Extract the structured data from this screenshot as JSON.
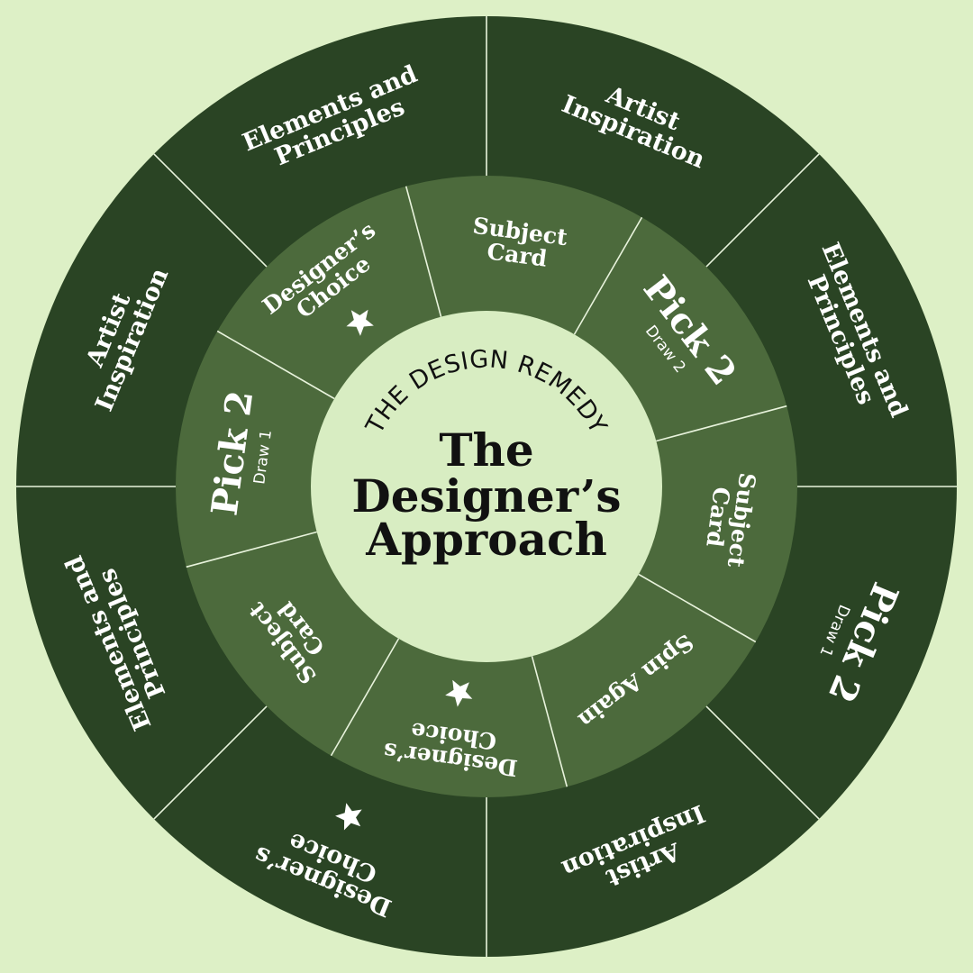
{
  "colors": {
    "background": "#ddf0c6",
    "outer_ring": "#2a4424",
    "inner_ring": "#4c6a3c",
    "center": "#d8edc2",
    "divider": "#e8f3dc",
    "text_light": "#ffffff",
    "text_dark": "#111111"
  },
  "center": {
    "brand": "THE DESIGN REMEDY",
    "title_lines": [
      "The",
      "Designer’s",
      "Approach"
    ]
  },
  "outer_segments": [
    {
      "lines": [
        "Artist",
        "Inspiration"
      ],
      "sub": "",
      "star": false,
      "kind": "artist"
    },
    {
      "lines": [
        "Elements and",
        "Principles"
      ],
      "sub": "",
      "star": false,
      "kind": "elements"
    },
    {
      "lines": [
        "Pick 2"
      ],
      "sub": "Draw 1",
      "star": false,
      "kind": "pick"
    },
    {
      "lines": [
        "Artist",
        "Inspiration"
      ],
      "sub": "",
      "star": false,
      "kind": "artist"
    },
    {
      "lines": [
        "Designer’s",
        "Choice"
      ],
      "sub": "",
      "star": true,
      "kind": "choice"
    },
    {
      "lines": [
        "Elements and",
        "Principles"
      ],
      "sub": "",
      "star": false,
      "kind": "elements"
    },
    {
      "lines": [
        "Artist",
        "Inspiration"
      ],
      "sub": "",
      "star": false,
      "kind": "artist"
    },
    {
      "lines": [
        "Elements and",
        "Principles"
      ],
      "sub": "",
      "star": false,
      "kind": "elements"
    }
  ],
  "inner_segments": [
    {
      "lines": [
        "Designer’s",
        "Choice"
      ],
      "sub": "",
      "star": true,
      "kind": "choice"
    },
    {
      "lines": [
        "Subject",
        "Card"
      ],
      "sub": "",
      "star": false,
      "kind": "subject"
    },
    {
      "lines": [
        "Pick 2"
      ],
      "sub": "Draw 2",
      "star": false,
      "kind": "pick"
    },
    {
      "lines": [
        "Subject",
        "Card"
      ],
      "sub": "",
      "star": false,
      "kind": "subject"
    },
    {
      "lines": [
        "Spin Again"
      ],
      "sub": "",
      "star": false,
      "kind": "spin"
    },
    {
      "lines": [
        "Designer’s",
        "Choice"
      ],
      "sub": "",
      "star": true,
      "kind": "choice"
    },
    {
      "lines": [
        "Subject",
        "Card"
      ],
      "sub": "",
      "star": false,
      "kind": "subject"
    },
    {
      "lines": [
        "Pick 2"
      ],
      "sub": "Draw 1",
      "star": false,
      "kind": "pick"
    }
  ]
}
